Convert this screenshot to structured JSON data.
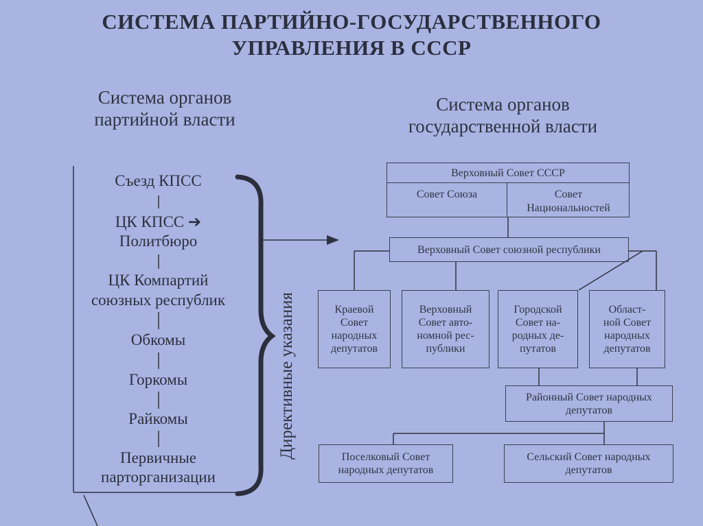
{
  "title": {
    "line1": "СИСТЕМА ПАРТИЙНО-ГОСУДАРСТВЕННОГО",
    "line2": "УПРАВЛЕНИЯ В СССР"
  },
  "party": {
    "heading_line1": "Система органов",
    "heading_line2": "партийной власти",
    "items": [
      "Съезд КПСС",
      "ЦК КПСС ➔",
      "Политбюро",
      "ЦК Компартий",
      "союзных республик",
      "Обкомы",
      "Горкомы",
      "Райкомы",
      "Первичные",
      "парторганизации"
    ]
  },
  "directive_label": "Директивные указания",
  "state": {
    "heading_line1": "Система органов",
    "heading_line2": "государственной власти",
    "supreme_soviet": "Верховный Совет СССР",
    "council_union": "Совет Союза",
    "council_nationalities_line1": "Совет",
    "council_nationalities_line2": "Национальностей",
    "republic_soviet": "Верховный Совет союзной республики",
    "krai": [
      "Краевой",
      "Совет",
      "народных",
      "депутатов"
    ],
    "autonomous": [
      "Верховный",
      "Совет авто-",
      "номной рес-",
      "публики"
    ],
    "city": [
      "Городской",
      "Совет на-",
      "родных де-",
      "путатов"
    ],
    "oblast": [
      "Област-",
      "ной Совет",
      "народных",
      "депутатов"
    ],
    "district": [
      "Районный Совет народных",
      "депутатов"
    ],
    "settlement": [
      "Поселковый Совет",
      "народных депутатов"
    ],
    "rural": [
      "Сельский Совет народных",
      "депутатов"
    ]
  }
}
